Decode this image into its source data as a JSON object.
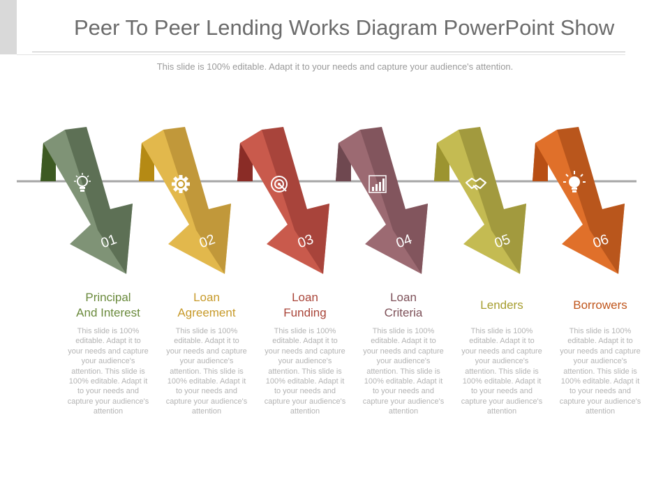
{
  "header": {
    "title": "Peer To Peer Lending Works Diagram PowerPoint Show",
    "subtitle": "This slide is 100% editable. Adapt it to your needs and capture your audience's attention."
  },
  "steps": [
    {
      "number": "01",
      "icon": "lightbulb-icon",
      "label_line1": "Principal",
      "label_line2": "And Interest",
      "color": "#7f9376",
      "dark_color": "#5d7055",
      "flap_color": "#3d5a22",
      "label_color": "#6a8a3c",
      "description": "This slide is 100% editable. Adapt it to your needs and capture your audience's attention. This slide is 100% editable. Adapt it to your needs and capture your audience's attention"
    },
    {
      "number": "02",
      "icon": "gear-icon",
      "label_line1": "Loan",
      "label_line2": "Agreement",
      "color": "#e2b84c",
      "dark_color": "#c1983a",
      "flap_color": "#b58a14",
      "label_color": "#c79a2a",
      "description": "This slide is 100% editable. Adapt it to your needs and capture your audience's attention. This slide is 100% editable. Adapt it to your needs and capture your audience's attention"
    },
    {
      "number": "03",
      "icon": "target-icon",
      "label_line1": "Loan",
      "label_line2": "Funding",
      "color": "#c95a4c",
      "dark_color": "#a8443b",
      "flap_color": "#8a2c26",
      "label_color": "#a94438",
      "description": "This slide is 100% editable. Adapt it to your needs and capture your audience's attention. This slide is 100% editable. Adapt it to your needs and capture your audience's attention"
    },
    {
      "number": "04",
      "icon": "bar-chart-icon",
      "label_line1": "Loan",
      "label_line2": "Criteria",
      "color": "#9c6a72",
      "dark_color": "#82555d",
      "flap_color": "#6f4850",
      "label_color": "#7d5058",
      "description": "This slide is 100% editable. Adapt it to your needs and capture your audience's attention. This slide is 100% editable. Adapt it to your needs and capture your audience's attention"
    },
    {
      "number": "05",
      "icon": "handshake-icon",
      "label_line1": "Lenders",
      "label_line2": "",
      "color": "#c4bb52",
      "dark_color": "#a29a3e",
      "flap_color": "#9c9430",
      "label_color": "#a69d2e",
      "description": "This slide is 100% editable. Adapt it to your needs and capture your audience's attention. This slide is 100% editable. Adapt it to your needs and capture your audience's attention"
    },
    {
      "number": "06",
      "icon": "lightbulb-rays-icon",
      "label_line1": "Borrowers",
      "label_line2": "",
      "color": "#e0702a",
      "dark_color": "#b9561c",
      "flap_color": "#b84f14",
      "label_color": "#c0561c",
      "description": "This slide is 100% editable. Adapt it to your needs and capture your audience's attention. This slide is 100% editable. Adapt it to your needs and capture your audience's attention"
    }
  ]
}
